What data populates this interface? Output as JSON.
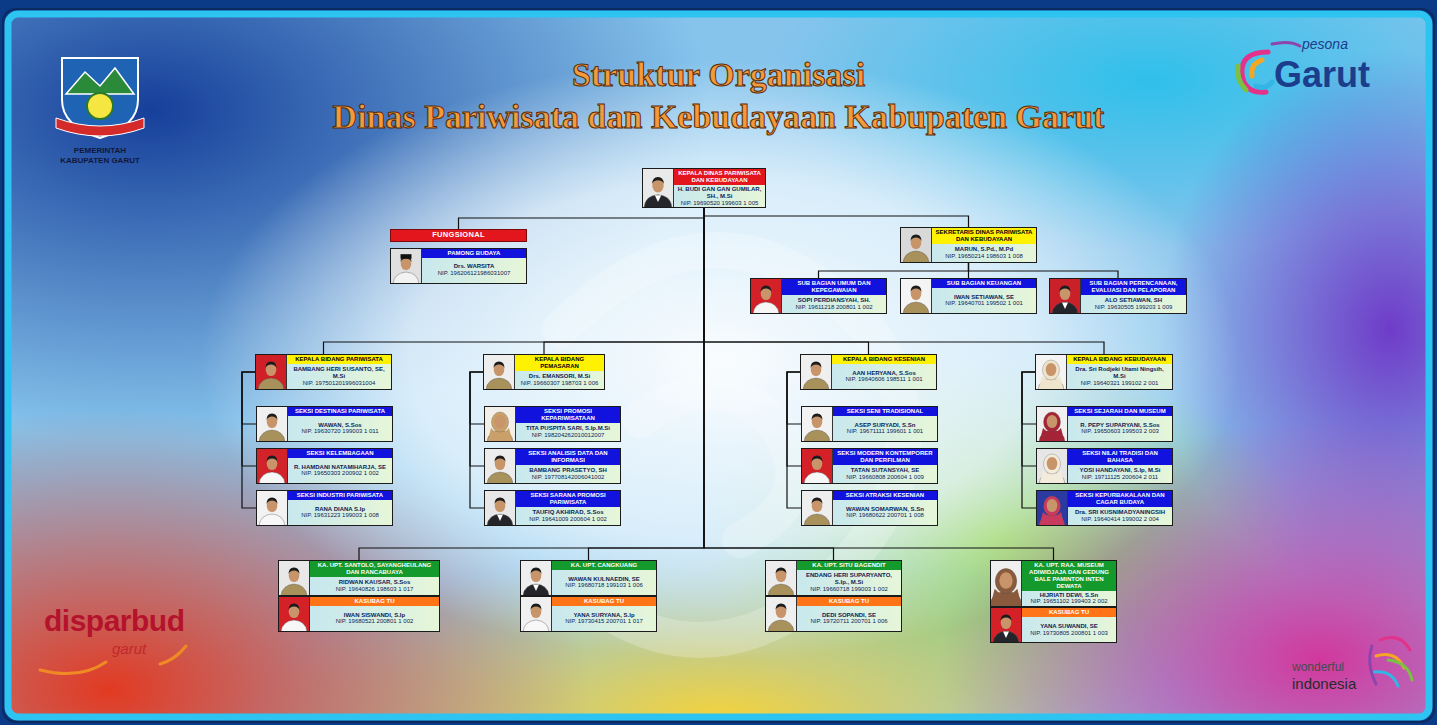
{
  "diagram": {
    "title": "Struktur Organisasi",
    "nodes": [
      {
        "text": [
          "KEPALA DINAS PARIWISATA DAN KEBUDAYAAN",
          "H. BUDI GAN GAN GUMILAR, SH., M.Si",
          "NIP. 19690520 199603 1 005"
        ]
      },
      {
        "text": [
          "FUNGSIONAL"
        ]
      },
      {
        "text": [
          "PAMONG BUDAYA",
          "Drs. WARSITA",
          "NIP. 196206121986031007"
        ]
      },
      {
        "text": [
          "SEKRETARIS DINAS PARIWISATA DAN KEBUDAYAAN",
          "MARUN, S.Pd., M.Pd",
          "NIP. 19650214 198603 1 008"
        ]
      },
      {
        "text": [
          "SUB BAGIAN UMUM DAN KEPEGAWAIAN",
          "SOPI PERDIANSYAH, SH.",
          "NIP. 19611218 200801 1 002"
        ]
      },
      {
        "text": [
          "SUB BAGIAN KEUANGAN",
          "IWAN SETIAWAN, SE",
          "NIP. 19640701 199502 1 001"
        ]
      },
      {
        "text": [
          "SUB BAGIAN PERENCANAAN, EVALUASI DAN PELAPORAN",
          "ALO SETIAWAN, SH",
          "NIP. 19630505 199203 1 009"
        ]
      },
      {
        "text": [
          "KEPALA BIDANG PARIWISATA",
          "BAMBANG HERI SUSANTO, SE, M.Si",
          "NIP. 197501201996031004"
        ]
      },
      {
        "text": [
          "SEKSI DESTINASI PARIWISATA",
          "WAWAN, S.Sos",
          "NIP. 19630720 199003 1 011"
        ]
      },
      {
        "text": [
          "SEKSI KELEMBAGAAN",
          "R. HAMDANI NATAMIHARJA, SE",
          "NIP. 19650303 200902 1 002"
        ]
      },
      {
        "text": [
          "SEKSI INDUSTRI PARIWISATA",
          "RANA DIANA S.Ip",
          "NIP. 19631223 199003 1 008"
        ]
      },
      {
        "text": [
          "KEPALA BIDANG PEMASARAN",
          "Drs. EMANSORI, M.Si",
          "NIP. 19660307 198703 1 006"
        ]
      },
      {
        "text": [
          "SEKSI PROMOSI KEPARIWISATAAN",
          "TITA PUSPITA SARI, S.Ip.M.Si",
          "NIP. 198204262010012007"
        ]
      },
      {
        "text": [
          "SEKSI ANALISIS DATA DAN INFORMASI",
          "BAMBANG PRASETYO, SH",
          "NIP. 197708142006041002"
        ]
      },
      {
        "text": [
          "SEKSI SARANA PROMOSI PARIWISATA",
          "TAUFIQ AKHIRAD, S.Sos",
          "NIP. 19641009 200604 1 002"
        ]
      },
      {
        "text": [
          "KEPALA BIDANG KESENIAN",
          "AAN HERYANA, S.Sos",
          "NIP. 19640606 198511 1 001"
        ]
      },
      {
        "text": [
          "SEKSI SENI TRADISIONAL",
          "ASEP SURYADI, S.Sn",
          "NIP. 19671111 199601 1 001"
        ]
      },
      {
        "text": [
          "SEKSI MODERN KONTEMPORER DAN PERFILMAN",
          "TATAN SUTANSYAH, SE",
          "NIP. 19660808 200604 1 009"
        ]
      },
      {
        "text": [
          "SEKSI ATRAKSI KESENIAN",
          "WAWAN SOMARWAN, S.Sn",
          "NIP. 19680622 200701 1 008"
        ]
      },
      {
        "text": [
          "KEPALA BIDANG KEBUDAYAAN",
          "Dra. Sri Rodjeki Utami Ningsih, M.Si",
          "NIP. 19640321 199102 2 001"
        ]
      },
      {
        "text": [
          "SEKSI SEJARAH DAN MUSEUM",
          "R. PEPY SUPARYANI, S.Sos",
          "NIP. 19650603 199503 2 003"
        ]
      },
      {
        "text": [
          "SEKSI NILAI TRADISI DAN BAHASA",
          "YOSI HANDAYANI, S.Ip, M.Si",
          "NIP. 19711125 200604 2 011"
        ]
      },
      {
        "text": [
          "SEKSI KEPURBAKALAAN DAN CAGAR BUDAYA",
          "Dra. SRI KUSNIMADYANINGSIH",
          "NIP. 19640414 199002 2 004"
        ]
      },
      {
        "text": [
          "KA. UPT. SANTOLO, SAYANGHEULANG DAN RANCABUAYA",
          "RIDWAN KAUSAR, S.Sos",
          "NIP. 19640826 198603 1 017"
        ]
      },
      {
        "text": [
          "KASUBAG TU",
          "IWAN SISWANDI, S.Ip",
          "NIP. 19680521 200801 1 002"
        ]
      },
      {
        "text": [
          "KA. UPT. CANGKUANG",
          "WAWAN KULNAEDIN, SE",
          "NIP. 19680718 199103 1 006"
        ]
      },
      {
        "text": [
          "KASUBAG TU",
          "YANA SURYANA, S.Ip",
          "NIP. 19730415 200701 1 017"
        ]
      },
      {
        "text": [
          "KA. UPT. SITU BAGENDIT",
          "ENDANG HERI SUPARYANTO, S.Ip., M.Si",
          "NIP. 19660718 199003 1 002"
        ]
      },
      {
        "text": [
          "KASUBAG TU",
          "DEDI SOPANDI, SE",
          "NIP. 19720711 200701 1 006"
        ]
      },
      {
        "text": [
          "KA. UPT. RAA. MUSEUM ADIWIDJAJA DAN GEDUNG BALE PAMINTON INTEN DEWATA",
          "HIJRIATI DEWI, S.Sn",
          "NIP. 19651102 199403 2 002"
        ]
      },
      {
        "text": [
          "KASUBAG TU",
          "YANA SUWANDI, SE",
          "NIP. 19730805 200801 1 003"
        ]
      }
    ],
    "edges": [
      {
        "from": 0,
        "to": 1,
        "arrow": "none"
      },
      {
        "from": 0,
        "to": 3,
        "arrow": "none"
      },
      {
        "from": 3,
        "to": 4,
        "arrow": "none"
      },
      {
        "from": 3,
        "to": 5,
        "arrow": "none"
      },
      {
        "from": 3,
        "to": 6,
        "arrow": "none"
      },
      {
        "from": 0,
        "to": 7,
        "arrow": "none"
      },
      {
        "from": 0,
        "to": 11,
        "arrow": "none"
      },
      {
        "from": 0,
        "to": 15,
        "arrow": "none"
      },
      {
        "from": 0,
        "to": 19,
        "arrow": "none"
      },
      {
        "from": 7,
        "to": 8,
        "arrow": "none"
      },
      {
        "from": 7,
        "to": 9,
        "arrow": "none"
      },
      {
        "from": 7,
        "to": 10,
        "arrow": "none"
      },
      {
        "from": 11,
        "to": 12,
        "arrow": "none"
      },
      {
        "from": 11,
        "to": 13,
        "arrow": "none"
      },
      {
        "from": 11,
        "to": 14,
        "arrow": "none"
      },
      {
        "from": 15,
        "to": 16,
        "arrow": "none"
      },
      {
        "from": 15,
        "to": 17,
        "arrow": "none"
      },
      {
        "from": 15,
        "to": 18,
        "arrow": "none"
      },
      {
        "from": 19,
        "to": 20,
        "arrow": "none"
      },
      {
        "from": 19,
        "to": 21,
        "arrow": "none"
      },
      {
        "from": 19,
        "to": 22,
        "arrow": "none"
      },
      {
        "from": 0,
        "to": 23,
        "arrow": "none"
      },
      {
        "from": 0,
        "to": 25,
        "arrow": "none"
      },
      {
        "from": 0,
        "to": 27,
        "arrow": "none"
      },
      {
        "from": 0,
        "to": 29,
        "arrow": "none"
      }
    ],
    "labels": [
      "Dinas Pariwisata dan Kebudayaan Kabupaten Garut",
      "PEMERINTAH KABUPATEN GARUT",
      "pesona",
      "Garut",
      "disparbud",
      "garut",
      "wonderful",
      "indonesia"
    ]
  }
}
